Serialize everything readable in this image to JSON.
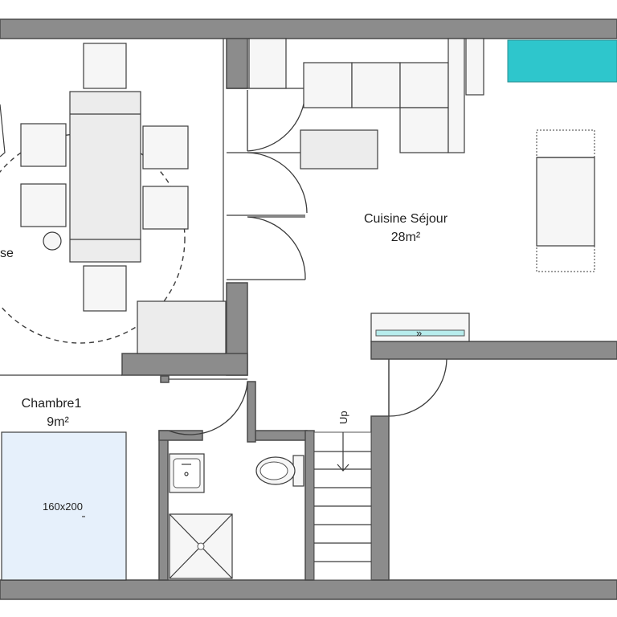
{
  "rooms": {
    "living": {
      "name": "Cuisine Séjour",
      "area": "28m²"
    },
    "bedroom": {
      "name": "Chambre1",
      "area": "9m²"
    },
    "dining_partial": {
      "name": "se",
      "area": ""
    }
  },
  "bed": {
    "size": "160x200",
    "color": "#e6f0fb"
  },
  "stairs": {
    "direction": "Up"
  },
  "colors": {
    "wall": "#8c8c8c",
    "teal_unit": "#2ec6cc",
    "radiator": "#b7ecec",
    "bed_fill": "#e6f0fb"
  }
}
